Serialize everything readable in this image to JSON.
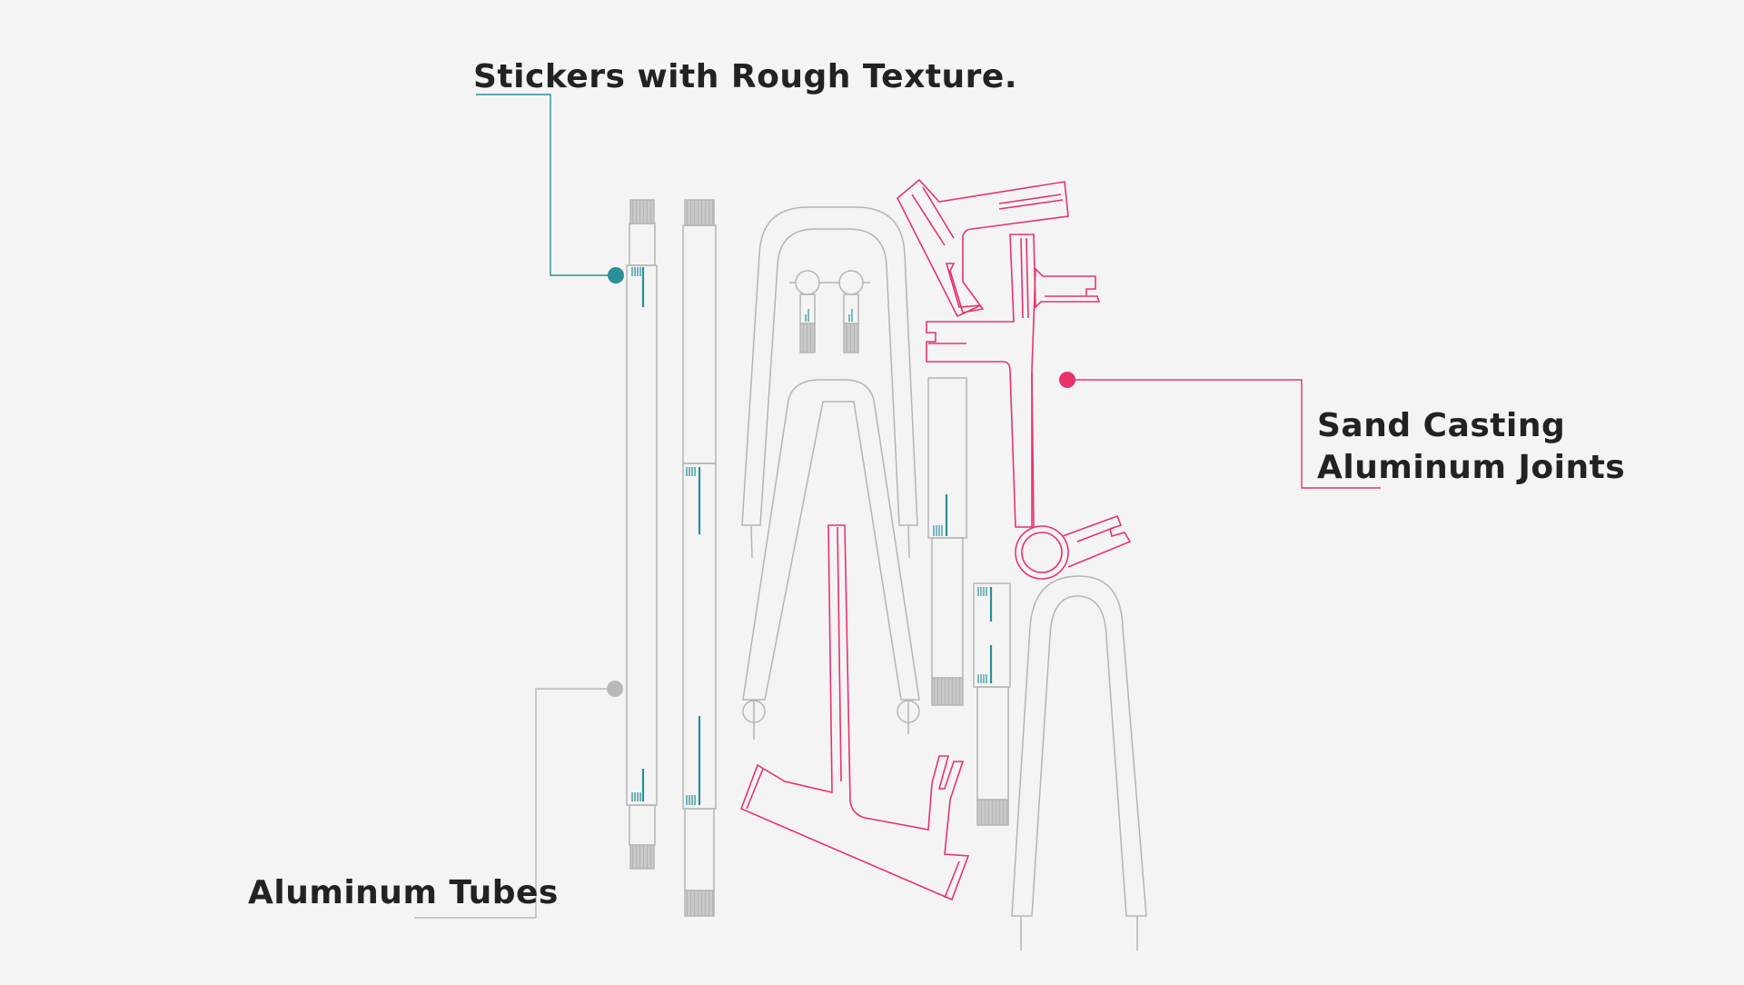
{
  "callouts": {
    "stickers": {
      "text": "Stickers with Rough Texture."
    },
    "tubes": {
      "text": "Aluminum Tubes"
    },
    "joints": {
      "line1": "Sand Casting",
      "line2": "Aluminum Joints"
    }
  },
  "colors": {
    "background": "#f4f4f4",
    "outline": "#b5b5b5",
    "sticker_teal": "#2a8f98",
    "joint_pink": "#e8336b",
    "tube_marker_gray": "#b8b8b8",
    "text": "#222222"
  }
}
